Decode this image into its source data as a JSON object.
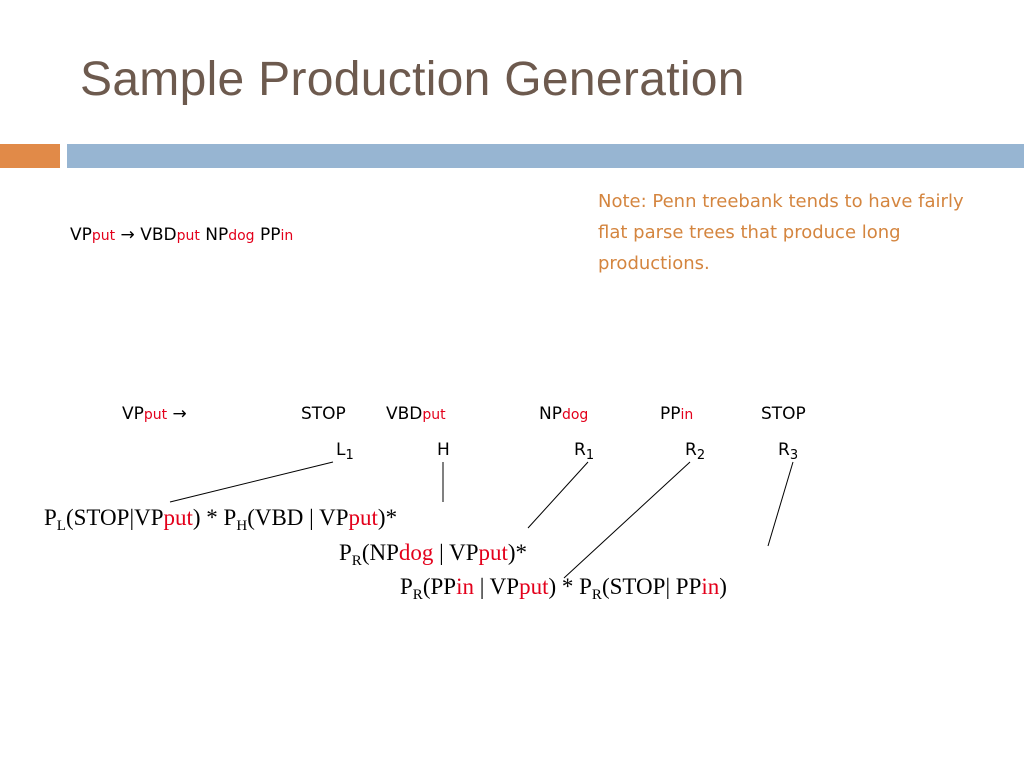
{
  "title": "Sample Production Generation",
  "note": "Note: Penn treebank tends to have fairly flat parse trees that produce long productions.",
  "rule": {
    "lhs": "VP",
    "lhs_head": "put",
    "arrow": "→",
    "c1": "VBD",
    "c1_head": "put",
    "c2": "NP",
    "c2_head": "dog",
    "c3": "PP",
    "c3_head": "in"
  },
  "sequence": {
    "lhs": "VP",
    "lhs_head": "put",
    "arrow": "→",
    "items": [
      {
        "label": "STOP",
        "head": "",
        "pos": "L",
        "pos_sub": "1"
      },
      {
        "label": "VBD",
        "head": "put",
        "pos": "H",
        "pos_sub": ""
      },
      {
        "label": "NP",
        "head": "dog",
        "pos": "R",
        "pos_sub": "1"
      },
      {
        "label": "PP",
        "head": "in",
        "pos": "R",
        "pos_sub": "2"
      },
      {
        "label": "STOP",
        "head": "",
        "pos": "R",
        "pos_sub": "3"
      }
    ]
  },
  "formula": {
    "line1": {
      "p1": "P",
      "p1_sub": "L",
      "p1_open": "(STOP",
      "bar": "|",
      "p1_vp": "VP",
      "p1_head": "put",
      "p1_close": ") *",
      "p2": " P",
      "p2_sub": "H",
      "p2_open": "(VBD",
      "p2_vp": "VP",
      "p2_head": "put",
      "p2_close": ")*"
    },
    "line2": {
      "p": "P",
      "p_sub": "R",
      "open": "(NP",
      "head1": "dog",
      "vp": "VP",
      "head2": "put",
      "close": ")*"
    },
    "line3": {
      "p1": "P",
      "p1_sub": "R",
      "p1_open": "(PP",
      "p1_head": "in",
      "p1_vp": "VP",
      "p1_head2": "put",
      "p1_close": ") * ",
      "p2": "P",
      "p2_sub": "R",
      "p2_open": "(STOP",
      "p2_pp": "PP",
      "p2_head": "in",
      "p2_close": ")"
    }
  },
  "colors": {
    "title": "#6d5a4e",
    "accent_orange": "#e18a48",
    "accent_blue": "#97b5d2",
    "note": "#d4853f",
    "head": "#e3001b"
  }
}
